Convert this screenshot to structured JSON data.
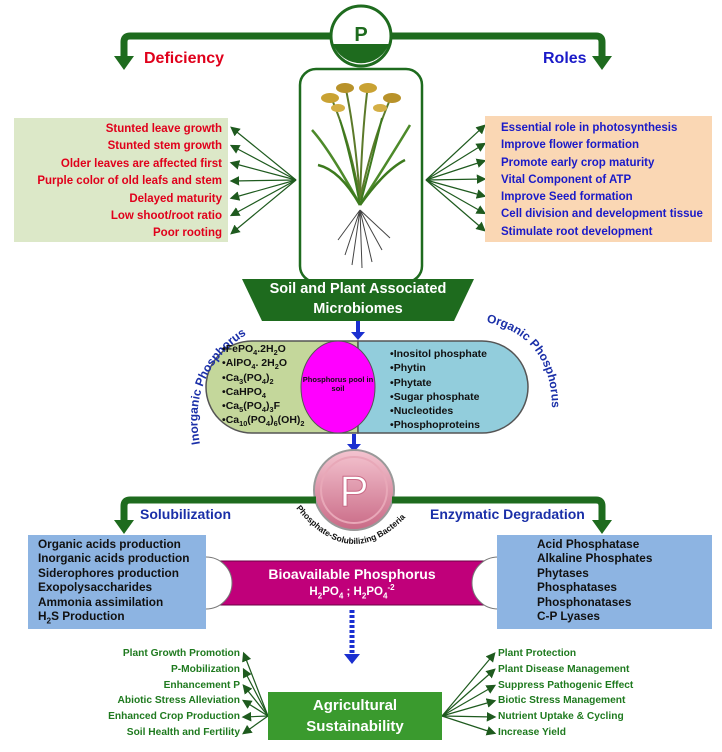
{
  "top_label": "P",
  "deficiency": {
    "heading": "Deficiency",
    "items": [
      "Stunted  leave growth",
      "Stunted stem growth",
      "Older leaves are affected first",
      "Purple color of old leafs and stem",
      "Delayed maturity",
      "Low shoot/root ratio",
      "Poor rooting"
    ]
  },
  "roles": {
    "heading": "Roles",
    "items": [
      "Essential role in photosynthesis",
      "Improve flower formation",
      "Promote early crop maturity",
      "Vital Component of ATP",
      "Improve Seed formation",
      "Cell division and development  tissue",
      "Stimulate root development"
    ]
  },
  "microbiomes": {
    "line1": "Soil and Plant Associated",
    "line2": "Microbiomes"
  },
  "inorganic": {
    "label": "Inorganic Phosphorus",
    "items": [
      "FePO4.2H2O",
      "AlPO4. 2H2O",
      "Ca3(PO4)2",
      "CaHPO4",
      "Ca5(PO4)3F",
      "Ca10(PO4)6(OH)2"
    ]
  },
  "organic": {
    "label": "Organic Phosphorus",
    "items": [
      "Inositol phosphate",
      "Phytin",
      "Phytate",
      "Sugar phosphate",
      "Nucleotides",
      "Phosphoproteins"
    ]
  },
  "pool_label": "Phosphorus pool in soil",
  "psb": {
    "dish_letter": "P",
    "label": "Phosphate-Solubilizing Bacteria"
  },
  "solubilization": {
    "heading": "Solubilization",
    "items": [
      "Organic acids production",
      "Inorganic acids production",
      "Siderophores production",
      "Exopolysaccharides",
      "Ammonia assimilation",
      "H2S Production"
    ]
  },
  "enzymatic": {
    "heading": "Enzymatic Degradation",
    "items": [
      "Acid Phosphatase",
      "Alkaline Phosphates",
      "Phytases",
      "Phosphatases",
      "Phosphonatases",
      "C-P Lyases"
    ]
  },
  "bioavailable": {
    "title": "Bioavailable Phosphorus",
    "formula": "H2PO4 ; H2PO4-2"
  },
  "agriculture": {
    "line1": "Agricultural",
    "line2": "Sustainability"
  },
  "benefits_left": [
    "Plant Growth Promotion",
    "P-Mobilization",
    "Enhancement P",
    "Abiotic Stress Alleviation",
    "Enhanced Crop Production",
    "Soil  Health and Fertility"
  ],
  "benefits_right": [
    "Plant Protection",
    "Plant Disease Management",
    "Suppress Pathogenic Effect",
    "Biotic Stress Management",
    "Nutrient Uptake & Cycling",
    "Increase Yield"
  ],
  "colors": {
    "deficiency_red": "#e0001b",
    "roles_blue": "#1a1ac8",
    "arrow_green": "#1e5a1e",
    "inorganic_green": "#c4d79b",
    "organic_blue": "#92cddc",
    "pool_magenta": "#ff00ff",
    "bioavailable_magenta": "#c0007a",
    "box_blue": "#8db4e2",
    "agri_green": "#3a9a2e"
  }
}
